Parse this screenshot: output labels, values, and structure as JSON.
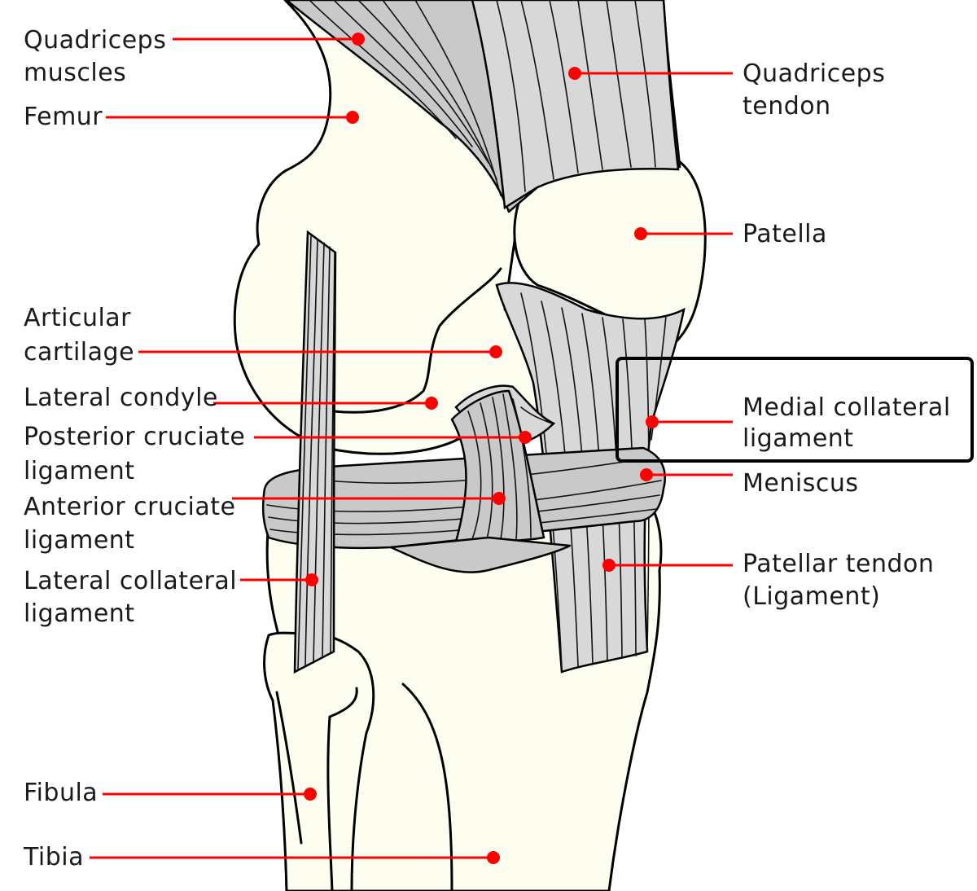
{
  "labels": {
    "quadriceps_muscles": [
      "Quadriceps",
      "muscles"
    ],
    "femur": [
      "Femur"
    ],
    "articular_cartilage": [
      "Articular",
      "cartilage"
    ],
    "lateral_condyle": [
      "Lateral condyle"
    ],
    "posterior_cruciate_ligament": [
      "Posterior cruciate",
      "ligament"
    ],
    "anterior_cruciate_ligament": [
      "Anterior cruciate",
      "ligament"
    ],
    "lateral_collateral_ligament": [
      "Lateral collateral",
      "ligament"
    ],
    "fibula": [
      "Fibula"
    ],
    "tibia": [
      "Tibia"
    ],
    "quadriceps_tendon": [
      "Quadriceps",
      "tendon"
    ],
    "patella": [
      "Patella"
    ],
    "medial_collateral_ligament": [
      "Medial collateral",
      "ligament"
    ],
    "meniscus": [
      "Meniscus"
    ],
    "patellar_tendon": [
      "Patellar tendon",
      "(Ligament)"
    ]
  },
  "colors": {
    "leader": "#ff0000",
    "bone": "#fdfdf0",
    "soft_tissue": "#c9c9c9"
  }
}
